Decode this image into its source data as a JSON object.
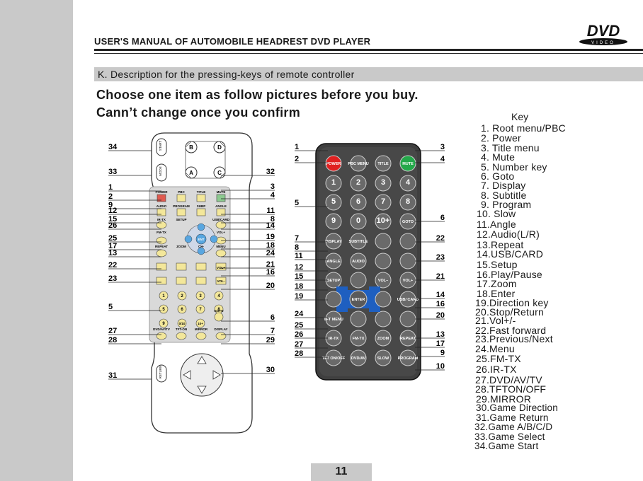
{
  "header": {
    "title": "USER'S MANUAL OF AUTOMOBILE HEADREST DVD PLAYER",
    "logo_text": "DVD",
    "logo_subtext": "VIDEO"
  },
  "section": {
    "title": "K. Description for the pressing-keys of remote controller"
  },
  "headline": {
    "line1": "Choose one item as follow  pictures before you buy.",
    "line2": "Cann’t  change once you confirm"
  },
  "key_title": "Key",
  "keys": [
    "1. Root menu/PBC",
    "2. Power",
    "3. Title menu",
    "4. Mute",
    "5. Number key",
    "6. Goto",
    "7. Display",
    "8. Subtitle",
    "9. Program",
    "10. Slow",
    "11.Angle",
    "12.Audio(L/R)",
    "13.Repeat",
    "14.USB/CARD",
    "15.Setup",
    "16.Play/Pause",
    "17.Zoom",
    "18.Enter",
    "19.Direction key",
    "20.Stop/Return",
    "21.Vol+/-",
    "22.Fast forward",
    "23.Previous/Next",
    "24.Menu",
    "25.FM-TX",
    "26.IR-TX",
    "27.DVD/AV/TV",
    "28.TFTON/OFF",
    "29.MIRROR",
    "30.Game Direction",
    "31.Game Return",
    "32.Game A/B/C/D",
    "33.Game Select",
    "34.Game Start"
  ],
  "page_number": "11",
  "remote1": {
    "callouts_left": [
      "34",
      "33",
      "1",
      "2",
      "9",
      "12",
      "15",
      "26",
      "25",
      "17",
      "13",
      "22",
      "23",
      "5",
      "27",
      "28",
      "31"
    ],
    "callouts_right": [
      "32",
      "3",
      "4",
      "11",
      "8",
      "14",
      "19",
      "18",
      "24",
      "21",
      "16",
      "20",
      "6",
      "7",
      "29",
      "30"
    ],
    "game_buttons": [
      "B",
      "D",
      "A",
      "C"
    ],
    "side_labels": [
      "START",
      "MODE",
      "RETURN"
    ],
    "row_labels": [
      "POWER",
      "PBC",
      "TITLE",
      "MUTE",
      "AUDIO",
      "PROGRAM",
      "SUBP",
      "ANGLE",
      "IR-TX",
      "SETUP",
      "USB/CARD",
      "FM-TX",
      "VOL+",
      "REPEAT",
      "ZOOM",
      "CH-",
      "MENU",
      "VOL-"
    ],
    "numbers": [
      "1",
      "2",
      "3",
      "4",
      "5",
      "6",
      "7",
      "8",
      "9",
      "0/10",
      "10+",
      "GOTO"
    ],
    "bottom_labels": [
      "DVD/AV/TV",
      "TFT-ON",
      "MIRROR",
      "DISPLAY"
    ],
    "enter_label": "ENT"
  },
  "remote2": {
    "callouts_left": [
      "1",
      "2",
      "5",
      "7",
      "8",
      "11",
      "12",
      "15",
      "18",
      "19",
      "24",
      "25",
      "26",
      "27",
      "28"
    ],
    "callouts_right": [
      "3",
      "4",
      "6",
      "22",
      "23",
      "21",
      "14",
      "16",
      "20",
      "13",
      "17",
      "9",
      "10"
    ],
    "buttons": {
      "power": "POWER",
      "pbc": "PBC MENU",
      "title": "TITLE",
      "mute": "MUTE",
      "numbers": [
        "1",
        "2",
        "3",
        "4",
        "5",
        "6",
        "7",
        "8",
        "9",
        "0",
        "10+"
      ],
      "goto": "GOTO",
      "display": "DISPLAY",
      "subtitle": "SUBTITLE",
      "angle": "ANGLE",
      "audio": "AUDIO",
      "setup": "SETUP",
      "vol_minus": "VOL–",
      "vol_plus": "VOL+",
      "enter": "ENTER",
      "usb": "USB/ CARD",
      "tft_menu": "TFT MENU",
      "ir_tx": "IR-TX",
      "fm_tx": "FM-TX",
      "zoom": "ZOOM",
      "repeat": "REPEAT",
      "tft_onoff": "TFT ON/OFF",
      "dvd_av": "DVD/AV",
      "slow": "SLOW",
      "program": "PROGRAM"
    }
  }
}
